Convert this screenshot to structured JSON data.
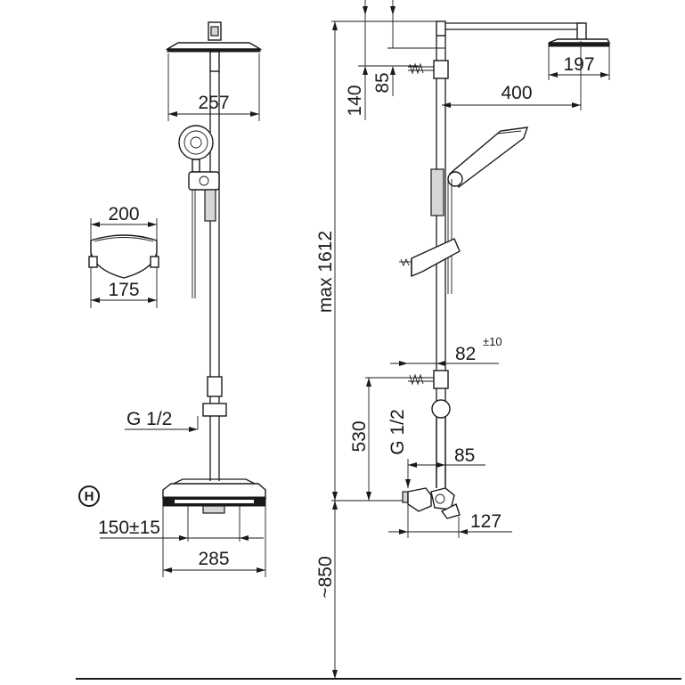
{
  "dimensions": {
    "head_front_width": "257",
    "holder_top_width": "200",
    "holder_bottom_width": "175",
    "inlet_thread_front": "G 1/2",
    "inlet_spacing": "150±15",
    "mixer_width": "285",
    "wall_bracket_top": "140",
    "head_arm_offset": "85",
    "head_side_diameter": "197",
    "arm_length": "400",
    "max_height": "max 1612",
    "bracket_distance": "82",
    "bracket_tolerance": "±10",
    "lower_height": "530",
    "inlet_thread_side": "G 1/2",
    "mixer_projection": "85",
    "mixer_depth": "127",
    "floor_height": "~850"
  },
  "marks": {
    "handle_badge": "H"
  }
}
